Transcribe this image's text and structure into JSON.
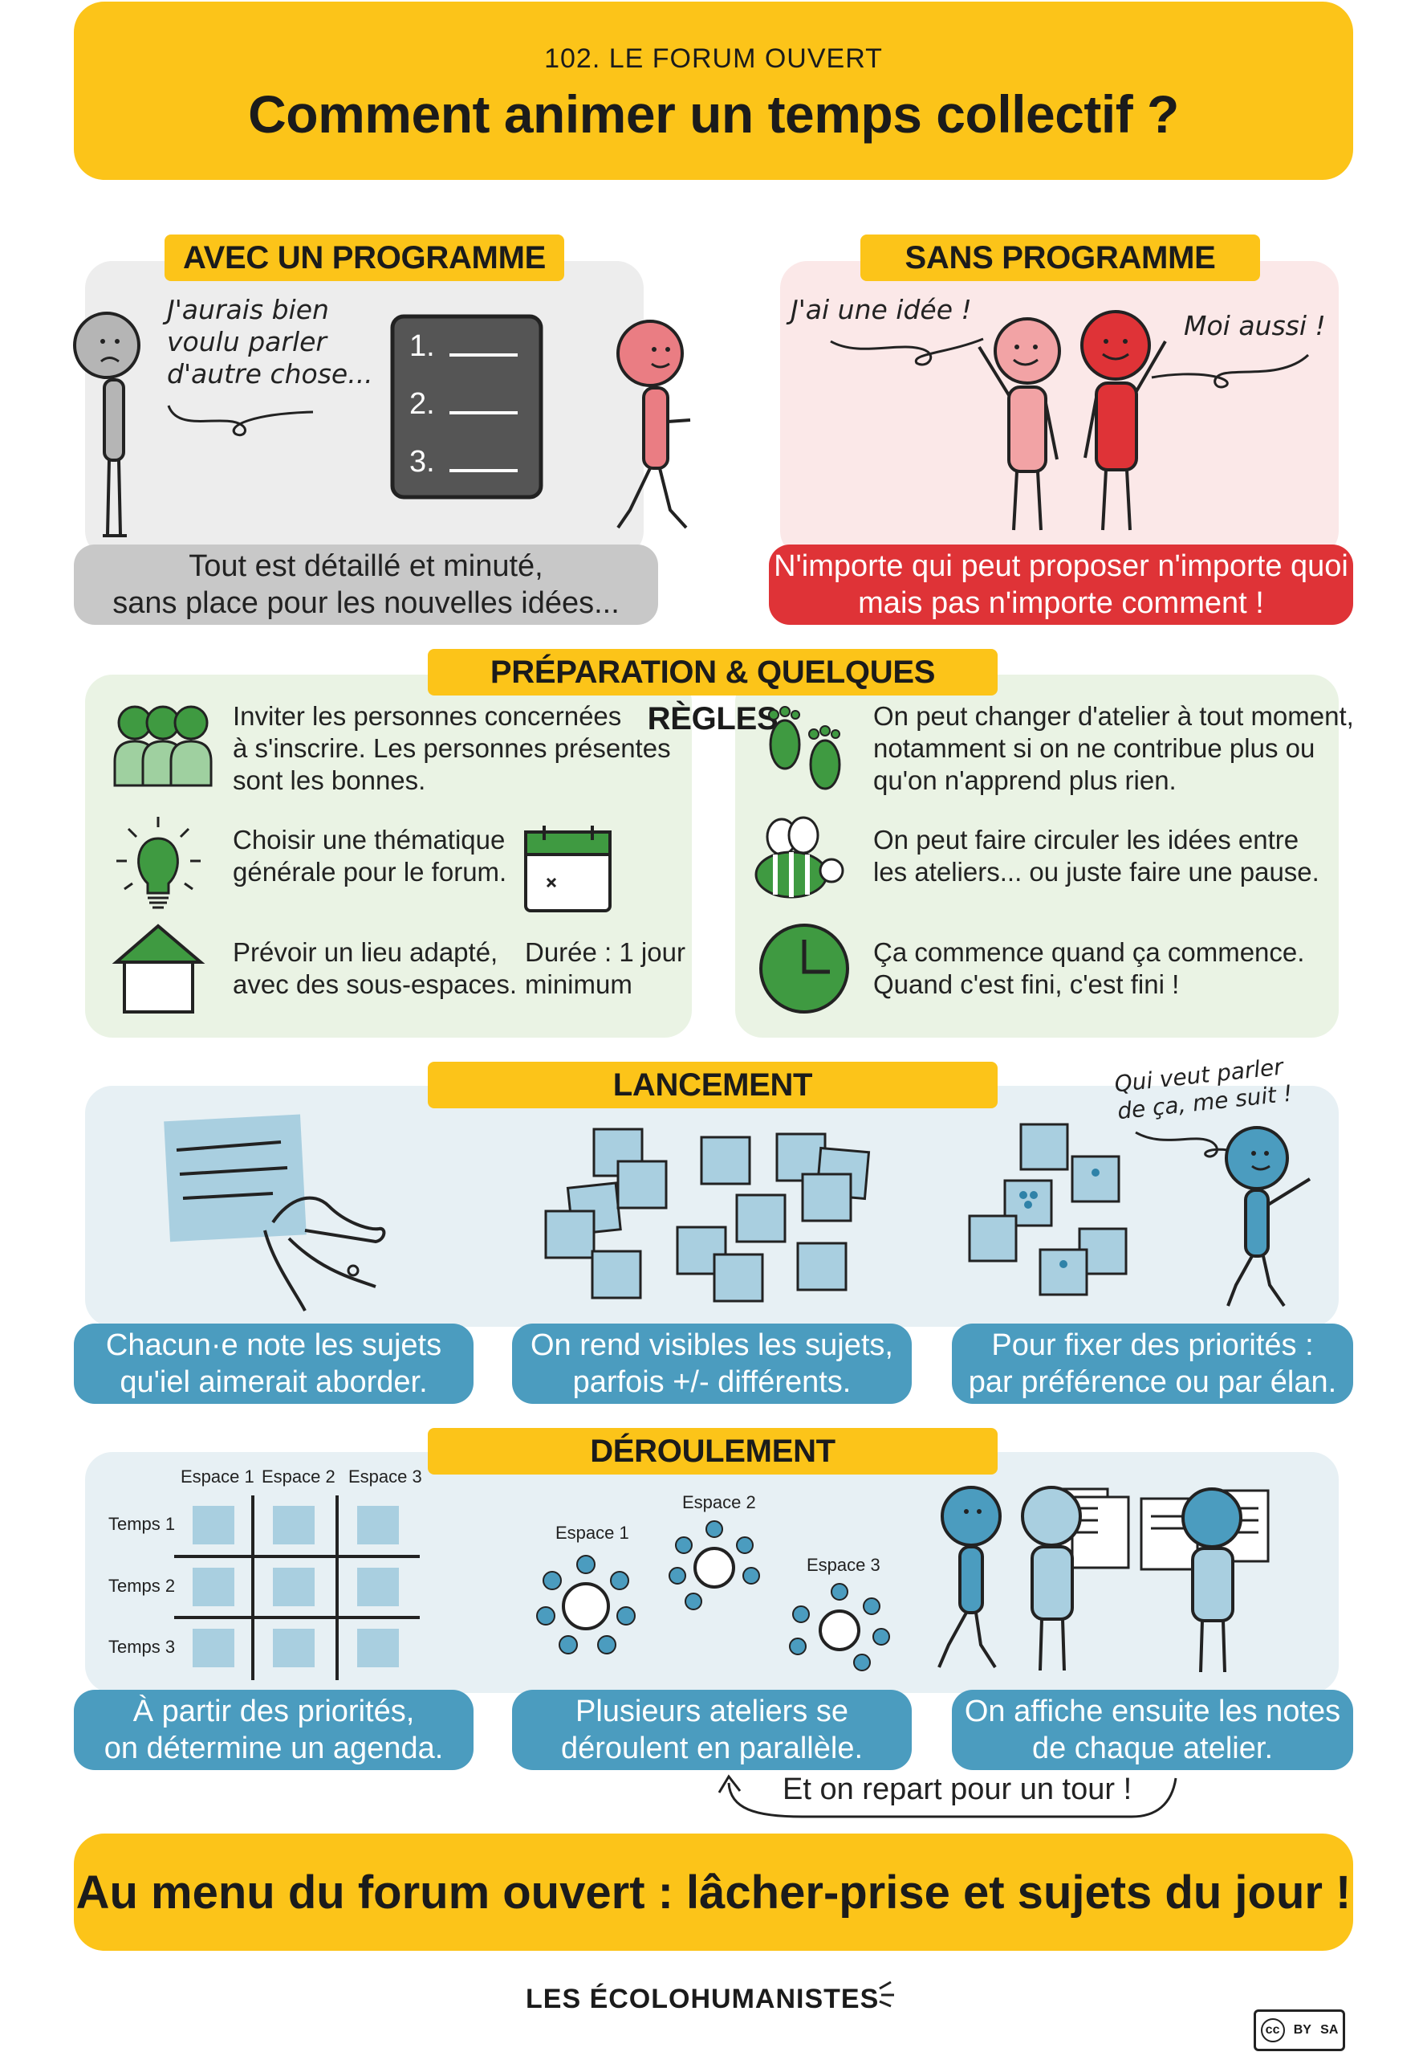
{
  "header": {
    "subtitle": "102. LE FORUM OUVERT",
    "title": "Comment animer un temps collectif ?"
  },
  "avec_programme": {
    "tag": "AVEC UN PROGRAMME",
    "speech": [
      "J'aurais bien",
      "voulu parler",
      "d'autre chose..."
    ],
    "list_numbers": [
      "1.",
      "2.",
      "3."
    ],
    "caption": [
      "Tout est détaillé et minuté,",
      "sans place pour les nouvelles idées..."
    ]
  },
  "sans_programme": {
    "tag": "SANS PROGRAMME",
    "speech_left": "J'ai une idée !",
    "speech_right": "Moi aussi !",
    "caption": [
      "N'importe qui peut proposer n'importe quoi",
      "mais pas n'importe comment !"
    ]
  },
  "preparation": {
    "tag": "PRÉPARATION & QUELQUES RÈGLES",
    "left": [
      {
        "icon": "people-icon",
        "text": [
          "Inviter les personnes concernées",
          "à s'inscrire. Les personnes présentes",
          "sont les bonnes."
        ]
      },
      {
        "icon": "lightbulb-icon",
        "text": [
          "Choisir une thématique",
          "générale pour le forum."
        ]
      },
      {
        "icon": "house-icon",
        "text": [
          "Prévoir un lieu adapté,",
          "avec des sous-espaces."
        ]
      }
    ],
    "calendar_icon": "calendar-icon",
    "duration": [
      "Durée : 1 jour",
      "minimum"
    ],
    "right": [
      {
        "icon": "footprints-icon",
        "text": [
          "On peut changer d'atelier à tout moment,",
          "notamment si on ne contribue plus ou",
          "qu'on n'apprend plus rien."
        ]
      },
      {
        "icon": "bee-icon",
        "text": [
          "On peut faire circuler les idées entre",
          "les ateliers... ou juste faire une pause."
        ]
      },
      {
        "icon": "clock-icon",
        "text": [
          "Ça commence quand ça commence.",
          "Quand c'est fini, c'est fini !"
        ]
      }
    ]
  },
  "lancement": {
    "tag": "LANCEMENT",
    "speech": [
      "Qui veut parler",
      "de ça, me suit !"
    ],
    "captions": [
      [
        "Chacun·e note les sujets",
        "qu'iel aimerait aborder."
      ],
      [
        "On rend visibles les sujets,",
        "parfois +/- différents."
      ],
      [
        "Pour fixer des priorités :",
        "par préférence ou par élan."
      ]
    ]
  },
  "deroulement": {
    "tag": "DÉROULEMENT",
    "grid_columns": [
      "Espace 1",
      "Espace 2",
      "Espace 3"
    ],
    "grid_rows": [
      "Temps 1",
      "Temps 2",
      "Temps 3"
    ],
    "circle_labels": [
      "Espace 1",
      "Espace 2",
      "Espace 3"
    ],
    "captions": [
      [
        "À partir des priorités,",
        "on détermine un agenda."
      ],
      [
        "Plusieurs ateliers se",
        "déroulent en parallèle."
      ],
      [
        "On affiche ensuite les notes",
        "de chaque atelier."
      ]
    ],
    "loop_text": "Et on repart pour un tour !"
  },
  "footer": {
    "text": "Au menu du forum ouvert : lâcher-prise et sujets du jour !",
    "logo_text": "LES ÉCOLOHUMANISTES",
    "license": [
      "cc",
      "BY",
      "SA"
    ]
  },
  "colors": {
    "yellow": "#fcc419",
    "gray_panel": "#ededed",
    "pink_panel": "#fbe8e8",
    "green_panel": "#eaf3e4",
    "blue_panel": "#e7f0f4",
    "red": "#df3337",
    "blue": "#4b9cbf",
    "green": "#3f9a41"
  }
}
